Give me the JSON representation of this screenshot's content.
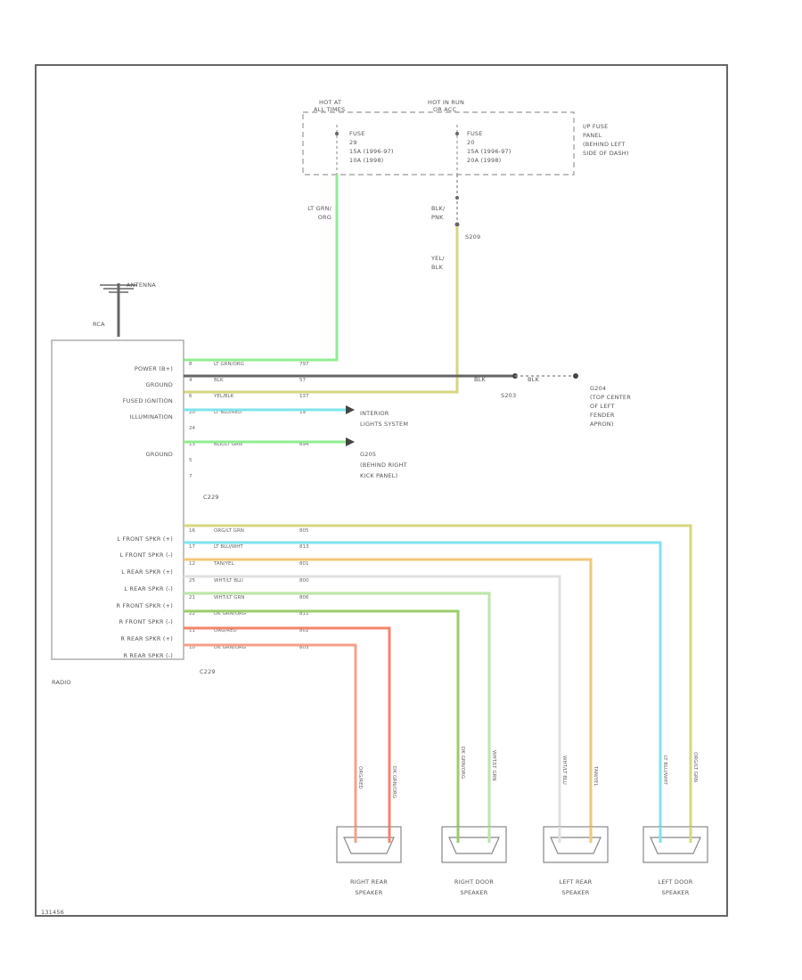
{
  "fuse_panel": {
    "hot_at_battery": [
      "HOT AT",
      "ALL TIMES"
    ],
    "hot_in_run": [
      "HOT IN RUN",
      "OR ACC"
    ],
    "fuse_left": [
      "FUSE",
      "29",
      "15A (1996-97)",
      "10A (1998)"
    ],
    "fuse_right": [
      "FUSE",
      "20",
      "15A (1996-97)",
      "20A (1998)"
    ],
    "panel_label": [
      "I/P FUSE",
      "PANEL",
      "(BEHIND LEFT",
      "SIDE OF DASH)"
    ]
  },
  "wires_top": {
    "left_color": [
      "LT GRN/",
      "ORG"
    ],
    "right_color": [
      "BLK/",
      "PNK"
    ],
    "splice": "S209",
    "right_color2": [
      "YEL/",
      "BLK"
    ]
  },
  "antenna": {
    "label": "ANTENNA",
    "connector": "RCA"
  },
  "radio": {
    "label": "RADIO",
    "connector_top": "C229",
    "connector_bottom": "C229",
    "pins_top": [
      {
        "label": "POWER (B+)",
        "pin": "8",
        "wire": "LT GRN/ORG",
        "circuit": "797"
      },
      {
        "label": "GROUND",
        "pin": "4",
        "wire": "BLK",
        "circuit": "57"
      },
      {
        "label": "FUSED IGNITION",
        "pin": "6",
        "wire": "YEL/BLK",
        "circuit": "137"
      },
      {
        "label": "ILLUMINATION",
        "pin": "20",
        "wire": "LT BLU/RED",
        "circuit": "19"
      },
      {
        "label": "",
        "pin": "24",
        "wire": "",
        "circuit": ""
      },
      {
        "label": "GROUND",
        "pin": "13",
        "wire": "BLK/LT GRN",
        "circuit": "694"
      },
      {
        "label": "",
        "pin": "5",
        "wire": "",
        "circuit": ""
      },
      {
        "label": "",
        "pin": "7",
        "wire": "",
        "circuit": ""
      }
    ],
    "pins_bottom": [
      {
        "label": "L FRONT SPKR (+)",
        "pin": "16",
        "wire": "ORG/LT GRN",
        "circuit": "805"
      },
      {
        "label": "L FRONT SPKR (-)",
        "pin": "17",
        "wire": "LT BLU/WHT",
        "circuit": "813"
      },
      {
        "label": "L REAR SPKR (+)",
        "pin": "12",
        "wire": "TAN/YEL",
        "circuit": "801"
      },
      {
        "label": "L REAR SPKR (-)",
        "pin": "25",
        "wire": "WHT/LT BLU",
        "circuit": "800"
      },
      {
        "label": "R FRONT SPKR (+)",
        "pin": "21",
        "wire": "WHT/LT GRN",
        "circuit": "806"
      },
      {
        "label": "R FRONT SPKR (-)",
        "pin": "22",
        "wire": "DK GRN/ORG",
        "circuit": "811"
      },
      {
        "label": "R REAR SPKR (+)",
        "pin": "11",
        "wire": "ORG/RED",
        "circuit": "802"
      },
      {
        "label": "R REAR SPKR (-)",
        "pin": "10",
        "wire": "DK GRN/ORG",
        "circuit": "803"
      }
    ]
  },
  "ground": {
    "wire": "BLK",
    "splice": "S203",
    "end_wire": "BLK",
    "ground_label": [
      "G204",
      "(TOP CENTER",
      "OF LEFT",
      "FENDER",
      "APRON)"
    ]
  },
  "interior_lights": [
    "INTERIOR",
    "LIGHTS SYSTEM"
  ],
  "g205": [
    "G205",
    "(BEHIND RIGHT",
    "KICK PANEL)"
  ],
  "speakers": [
    {
      "name": [
        "RIGHT REAR",
        "SPEAKER"
      ],
      "wires": [
        "ORG/RED",
        "DK GRN/ORG"
      ]
    },
    {
      "name": [
        "RIGHT DOOR",
        "SPEAKER"
      ],
      "wires": [
        "DK GRN/ORG",
        "WHT/LT GRN"
      ]
    },
    {
      "name": [
        "LEFT REAR",
        "SPEAKER"
      ],
      "wires": [
        "WHT/LT BLU",
        "TAN/YEL"
      ]
    },
    {
      "name": [
        "LEFT DOOR",
        "SPEAKER"
      ],
      "wires": [
        "LT BLU/WHT",
        "ORG/LT GRN"
      ]
    }
  ],
  "figure_id": "131456",
  "colors": {
    "lt_grn": "#90ee90",
    "yel": "#d6d680",
    "blk": "#666666",
    "lt_blu": "#7fe3ec",
    "tan": "#f2c77a",
    "wht": "#e0e0e0",
    "dk_grn": "#9acd6a",
    "org_red": "#f4846a"
  }
}
